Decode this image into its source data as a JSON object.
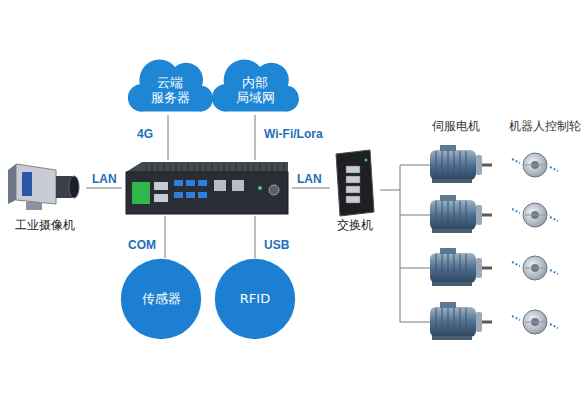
{
  "diagram": {
    "nodes": [
      {
        "text": [
          "云端 服务器"
        ]
      },
      {
        "text": [
          "内部 局域网"
        ]
      },
      {
        "text": [
          "工业摄像机"
        ]
      },
      {
        "text": []
      },
      {
        "text": [
          "交换机"
        ]
      },
      {
        "text": [
          "传感器"
        ]
      },
      {
        "text": [
          "RFID"
        ]
      }
    ],
    "edges": [
      {
        "from": 0,
        "to": 3,
        "label": "4G",
        "arrow": "none"
      },
      {
        "from": 1,
        "to": 3,
        "label": "Wi-Fi/Lora",
        "arrow": "none"
      },
      {
        "from": 2,
        "to": 3,
        "label": "LAN",
        "arrow": "none"
      },
      {
        "from": 3,
        "to": 5,
        "label": "COM",
        "arrow": "none"
      },
      {
        "from": 3,
        "to": 6,
        "label": "USB",
        "arrow": "none"
      },
      {
        "from": 3,
        "to": 4,
        "label": "LAN",
        "arrow": "none"
      }
    ],
    "labels": [
      "伺服电机",
      "机器人控制轮"
    ]
  }
}
